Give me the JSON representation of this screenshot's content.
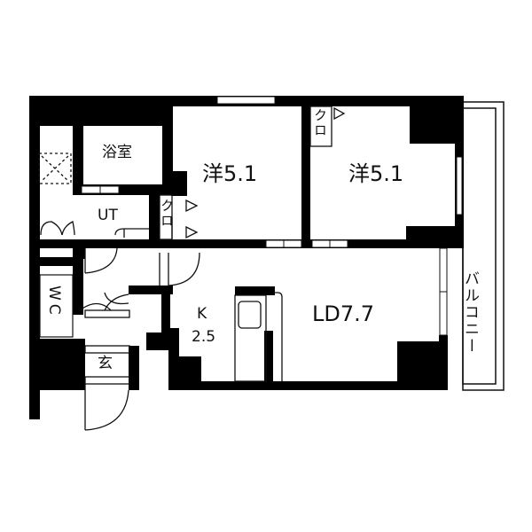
{
  "floorplan": {
    "colors": {
      "wall": "#000000",
      "background": "#ffffff",
      "line": "#111111"
    },
    "rooms": {
      "bathroom": {
        "label": "浴室"
      },
      "utility": {
        "label": "UT"
      },
      "western_room_1": {
        "label": "洋5.1",
        "type": "洋",
        "size": "5.1"
      },
      "western_room_2": {
        "label": "洋5.1",
        "type": "洋",
        "size": "5.1"
      },
      "closet_1": {
        "label": "クロ"
      },
      "closet_2": {
        "label": "クロ"
      },
      "toilet": {
        "label": "WC"
      },
      "kitchen": {
        "label_line1": "K",
        "label_line2": "2.5"
      },
      "living_dining": {
        "label": "LD7.7",
        "type": "LD",
        "size": "7.7"
      },
      "entrance": {
        "label": "玄"
      },
      "balcony": {
        "label": "バルコニー"
      }
    }
  }
}
